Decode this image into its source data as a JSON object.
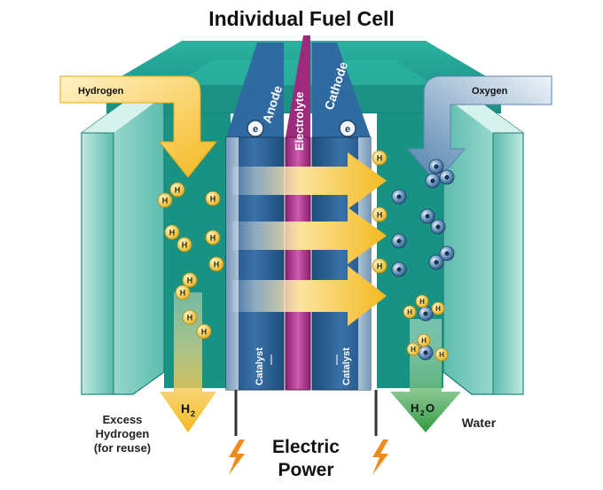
{
  "title": "Individual Fuel Cell",
  "labels": {
    "hydrogen_in": "Hydrogen",
    "oxygen_in": "Oxygen",
    "anode": "Anode",
    "electrolyte": "Electrolyte",
    "cathode": "Cathode",
    "catalyst_left": "Catalyst",
    "catalyst_right": "Catalyst",
    "h2_out": "H",
    "h2_out_sub": "2",
    "h2o_out_h": "H",
    "h2o_out_sub": "2",
    "h2o_out_o": "O",
    "excess_line1": "Excess",
    "excess_line2": "Hydrogen",
    "excess_line3": "(for reuse)",
    "water": "Water",
    "power_line1": "Electric",
    "power_line2": "Power"
  },
  "particles": {
    "hydrogen_symbol": "H",
    "electron_symbol": "e"
  },
  "colors": {
    "teal": "#1f9d8f",
    "teal_light": "#8fd3c6",
    "steel_blue": "#2c5f94",
    "electrolyte": "#b3348f",
    "arrow_yellow": "#f5bd2c",
    "oxygen_arrow": "#7fa6c6",
    "water_green": "#3ea04a",
    "bolt_orange": "#f08a1c"
  },
  "icons": [
    "lightning-bolt-icon",
    "electron-icon",
    "hydrogen-atom-icon",
    "oxygen-atom-icon"
  ]
}
